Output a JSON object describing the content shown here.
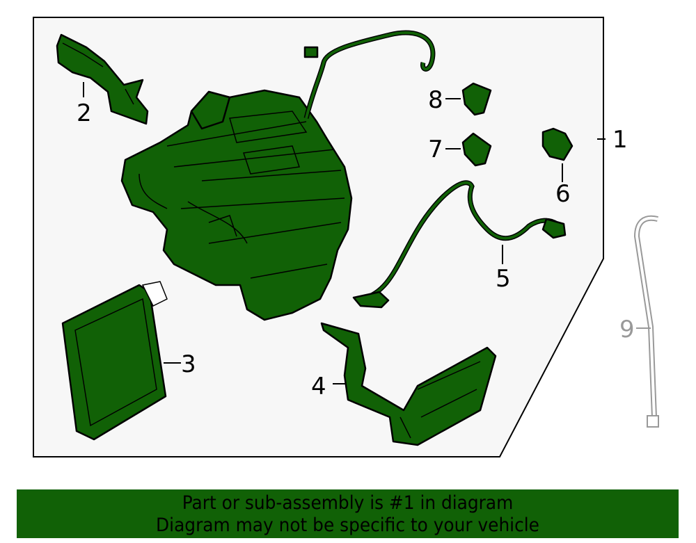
{
  "callouts": [
    {
      "number": "1"
    },
    {
      "number": "2"
    },
    {
      "number": "3"
    },
    {
      "number": "4"
    },
    {
      "number": "5"
    },
    {
      "number": "6"
    },
    {
      "number": "7"
    },
    {
      "number": "8"
    },
    {
      "number": "9"
    }
  ],
  "banner": {
    "line1": "Part or sub-assembly is #1 in diagram",
    "line2": "Diagram may not be specific to your vehicle"
  },
  "colors": {
    "part_fill": "#116106",
    "panel_bg": "#f7f7f7",
    "not_included": "#999999"
  }
}
